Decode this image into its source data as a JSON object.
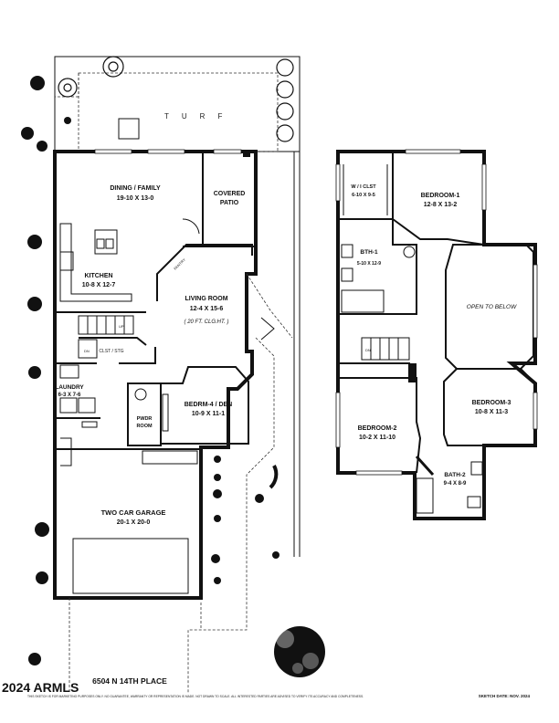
{
  "turf_label": "TURF",
  "rooms": {
    "dining_family": {
      "name": "DINING / FAMILY",
      "dims": "19-10  X  13-0"
    },
    "covered_patio": {
      "name_line1": "COVERED",
      "name_line2": "PATIO"
    },
    "kitchen": {
      "name": "KITCHEN",
      "dims": "10-8 X 12-7"
    },
    "living_room": {
      "name": "LIVING ROOM",
      "dims": "12-4  X  15-6",
      "note": "( 20 FT. CLG.HT. )"
    },
    "pantry": {
      "name": "PANTRY"
    },
    "closet_stg": {
      "name": "CLST / STG"
    },
    "laundry": {
      "name": "LAUNDRY",
      "dims": "6-3 X 7-6"
    },
    "pwdr_room": {
      "name_line1": "PWDR",
      "name_line2": "ROOM"
    },
    "bedroom4_den": {
      "name": "BEDRM-4 / DEN",
      "dims": "10-9  X  11-1"
    },
    "garage": {
      "name": "TWO CAR GARAGE",
      "dims": "20-1  X  20-0"
    },
    "wi_closet": {
      "name": "W / I  CLST",
      "dims": "6-10 X 9-5"
    },
    "bedroom1": {
      "name": "BEDROOM-1",
      "dims": "12-8  X  13-2"
    },
    "bath1": {
      "name": "BTH-1",
      "dims": "5-10 X 12-9"
    },
    "open_to_below": {
      "name": "OPEN TO BELOW"
    },
    "bedroom3": {
      "name": "BEDROOM-3",
      "dims": "10-8  X  11-3"
    },
    "bedroom2": {
      "name": "BEDROOM-2",
      "dims": "10-2  X  11-10"
    },
    "bath2": {
      "name": "BATH-2",
      "dims": "9-4  X  8-9"
    }
  },
  "stair_labels": {
    "up": "UP",
    "dn": "DN"
  },
  "footer": {
    "address": "6504 N 14TH PLACE",
    "watermark": "2024 ARMLS",
    "disclaimer": "THIS SKETCH IS FOR MARKETING PURPOSES ONLY. NO GUARANTEE, WARRANTY OR REPRESENTATION IS MADE. NOT DRAWN TO SCALE. ALL INTERESTED PARTIES ARE ADVISED TO VERIFY ITS ACCURACY AND COMPLETENESS.",
    "sketch_date": "SKETCH DATE:  NOV. 2024"
  },
  "colors": {
    "wall": "#111111",
    "background": "#ffffff",
    "ink": "#111111"
  }
}
